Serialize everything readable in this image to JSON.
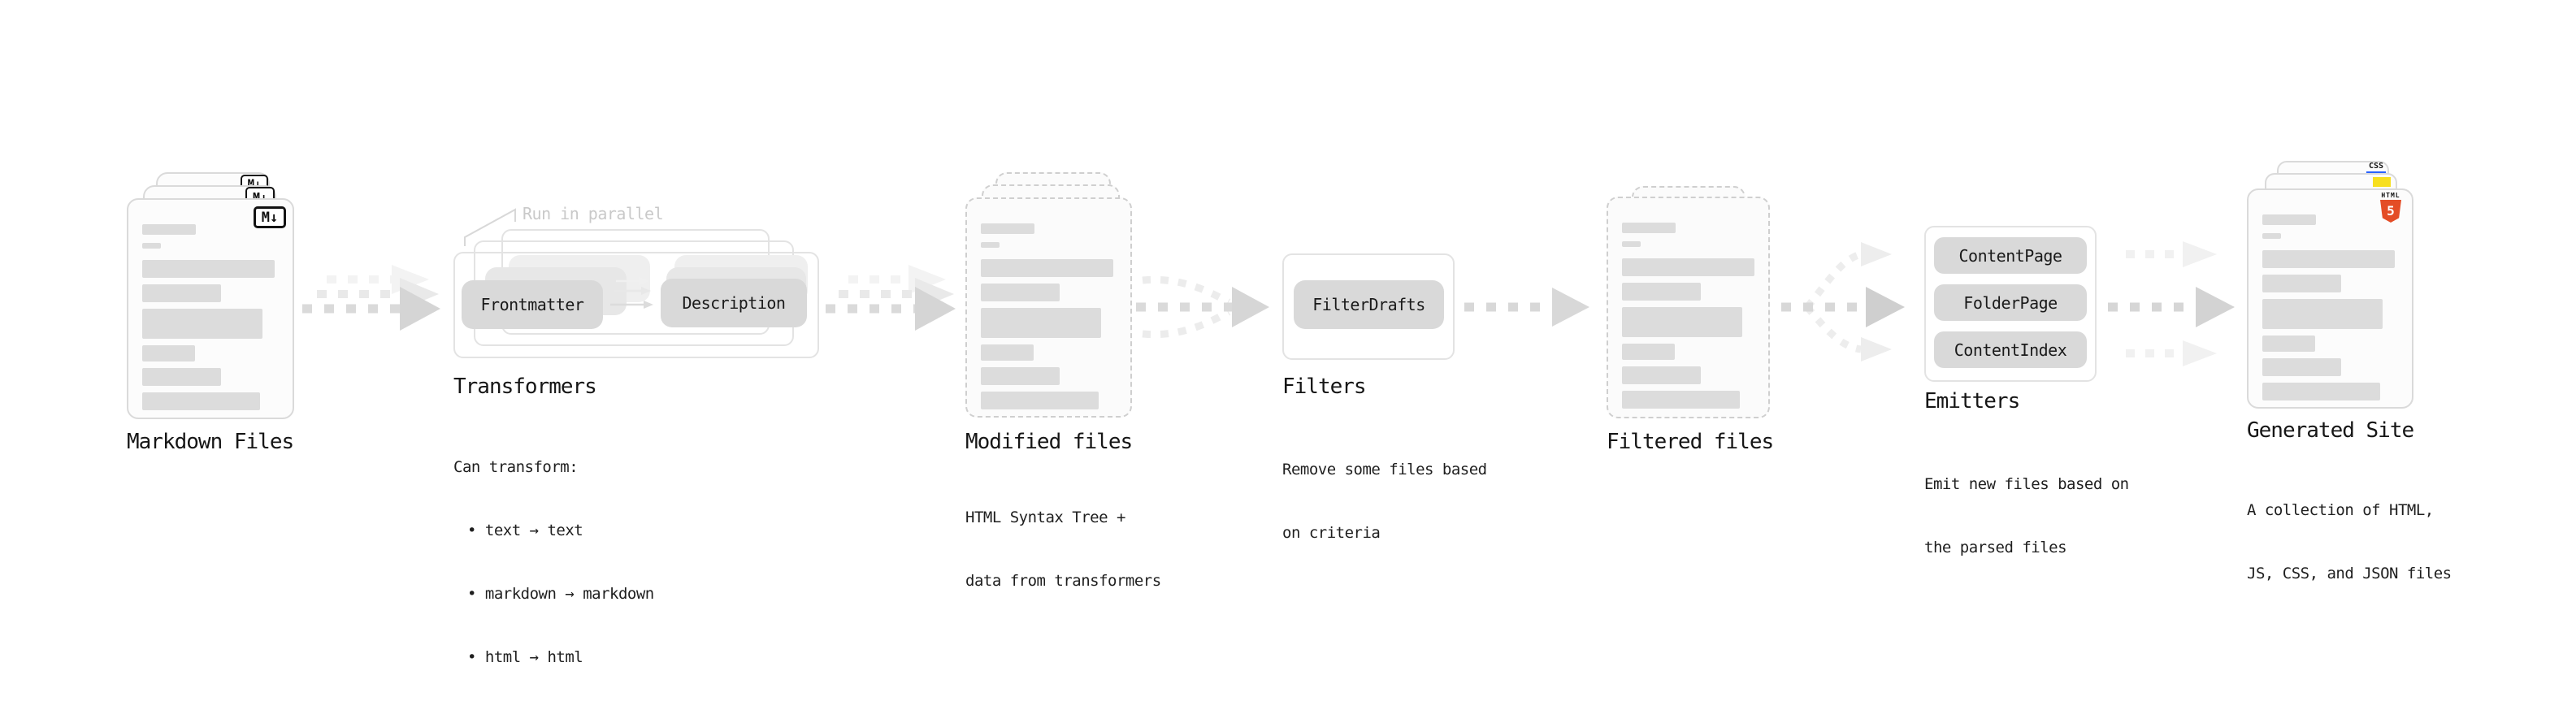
{
  "diagram": {
    "markdown": {
      "label": "Markdown Files",
      "badge": "M↓"
    },
    "transformers": {
      "annotation": "Run in parallel",
      "pill_front": "Frontmatter",
      "pill_back": "Description",
      "label": "Transformers",
      "desc_title": "Can transform:",
      "bullet_1": "• text → text",
      "bullet_2": "• markdown → markdown",
      "bullet_3": "• html → html"
    },
    "modified": {
      "label": "Modified files",
      "desc_1": "HTML Syntax Tree +",
      "desc_2": "data from transformers"
    },
    "filters": {
      "label": "Filters",
      "pill": "FilterDrafts",
      "desc_1": "Remove some files based",
      "desc_2": "on criteria"
    },
    "filtered": {
      "label": "Filtered files"
    },
    "emitters": {
      "label": "Emitters",
      "pill_1": "ContentPage",
      "pill_2": "FolderPage",
      "pill_3": "ContentIndex",
      "desc_1": "Emit new files based on",
      "desc_2": "the parsed files"
    },
    "generated": {
      "label": "Generated Site",
      "badge_css": "CSS",
      "badge_html_word": "HTML",
      "badge_html_number": "5",
      "desc_1": "A collection of HTML,",
      "desc_2": "JS, CSS, and JSON files"
    },
    "colors": {
      "html_orange": "#e44d26",
      "js_yellow": "#f7df1e",
      "css_blue": "#2962ff"
    }
  }
}
